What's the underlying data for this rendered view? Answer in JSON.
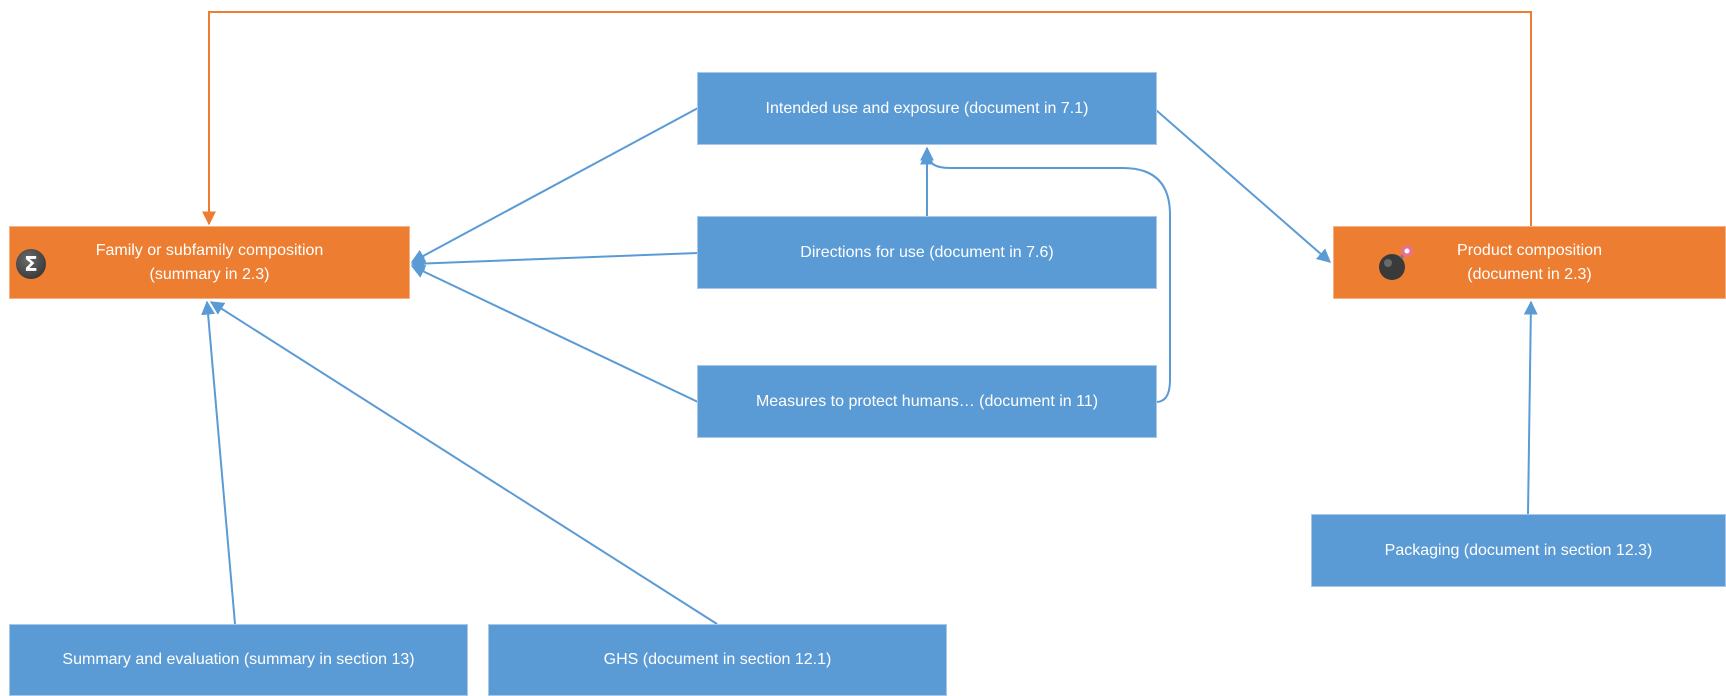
{
  "colors": {
    "blue_node": "#5B9BD5",
    "orange_node": "#ED7D31",
    "blue_connector": "#5B9BD5",
    "orange_connector": "#ED7D31"
  },
  "nodes": {
    "family": {
      "line1": "Family or subfamily composition",
      "line2": "(summary in 2.3)",
      "icon": "sigma-icon"
    },
    "product": {
      "line1": "Product composition",
      "line2": "(document in 2.3)",
      "icon": "bomb-icon"
    },
    "intended_use": {
      "label": "Intended use and exposure (document in 7.1)"
    },
    "directions": {
      "label": "Directions for use (document in 7.6)"
    },
    "measures": {
      "label": "Measures to protect humans… (document in 11)"
    },
    "packaging": {
      "label": "Packaging (document in section 12.3)"
    },
    "summary": {
      "label": "Summary and evaluation (summary in section 13)"
    },
    "ghs": {
      "label": "GHS (document in section 12.1)"
    }
  }
}
